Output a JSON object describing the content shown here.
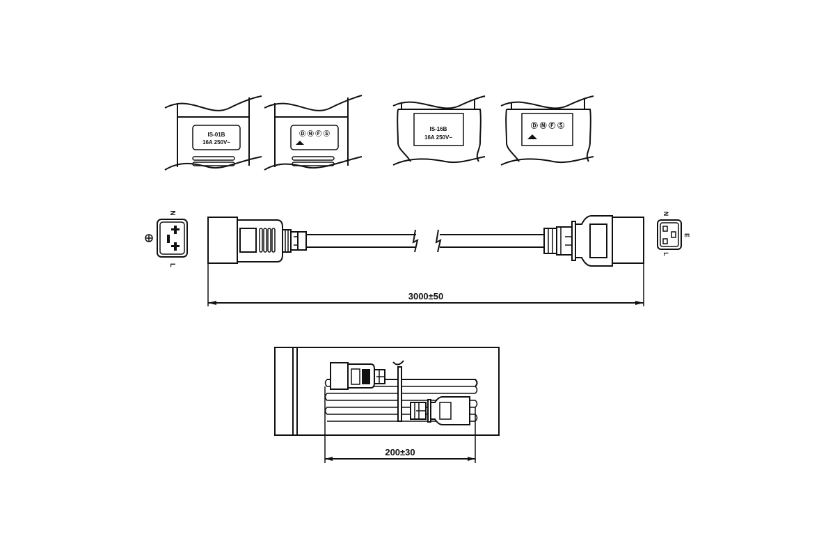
{
  "drawing": {
    "type": "IEC power cord technical drawing",
    "labels": {
      "plug_marking_model": "IS-01B",
      "plug_marking_rating": "16A 250V~",
      "connector_marking_model": "IS-16B",
      "connector_marking_rating": "16A 250V~"
    },
    "plug_face": {
      "pin_labels": {
        "top": "N",
        "bottom": "L",
        "side": "⏚"
      }
    },
    "connector_face": {
      "pin_labels": {
        "top": "N",
        "bottom": "L",
        "side": "E"
      }
    },
    "dimensions": {
      "cord_length": "3000±50",
      "packaged_length": "200±30"
    },
    "certification_marks": [
      "Ⓓ",
      "Ⓝ",
      "Ⓕ",
      "Ⓢ"
    ]
  },
  "colors": {
    "line": "#111111",
    "background": "#ffffff"
  }
}
